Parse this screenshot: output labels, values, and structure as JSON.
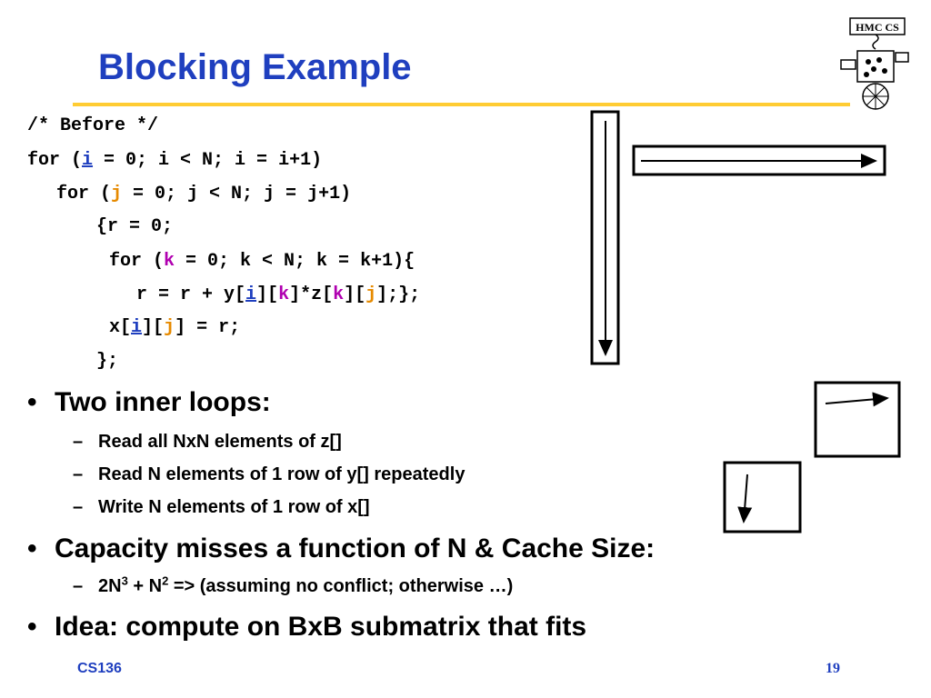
{
  "title": "Blocking Example",
  "code": {
    "line1": "/* Before */",
    "line2": {
      "a": "for (",
      "i": "i",
      "b": " = 0; i < N; i = i+1)"
    },
    "line3": {
      "a": "for (",
      "j": "j",
      "b": " = 0; j < N; j = j+1)"
    },
    "line4": "{r = 0;",
    "line5": {
      "a": "for (",
      "k": "k",
      "b": " = 0; k < N; k = k+1){"
    },
    "line6": {
      "a": "r = r + y[",
      "i": "i",
      "b": "][",
      "k": "k",
      "c": "]*z[",
      "k2": "k",
      "d": "][",
      "j": "j",
      "e": "];};"
    },
    "line7": {
      "a": "x[",
      "i": "i",
      "b": "][",
      "j": "j",
      "c": "] = r;"
    },
    "line8": "};"
  },
  "bullets": [
    {
      "text": "Two inner loops:"
    },
    {
      "text": "Capacity misses a function of N & Cache Size:"
    },
    {
      "text": "Idea: compute on BxB submatrix that fits"
    }
  ],
  "subs": [
    "Read all NxN elements of z[]",
    "Read N elements of 1 row of y[] repeatedly",
    "Write N elements of 1 row  of x[]"
  ],
  "formula": {
    "a": "2N",
    "sup1": "3",
    "b": " + N",
    "sup2": "2",
    "c": " => (assuming no conflict; otherwise …)"
  },
  "logo": {
    "label": "HMC CS",
    "icon": "robot-mascot-icon"
  },
  "footer": {
    "course": "CS136",
    "page": "19"
  },
  "colors": {
    "title": "#1f3fbf",
    "rule": "#ffcc33",
    "i": "#1f3fbf",
    "j": "#e68a00",
    "k": "#b000b0"
  }
}
